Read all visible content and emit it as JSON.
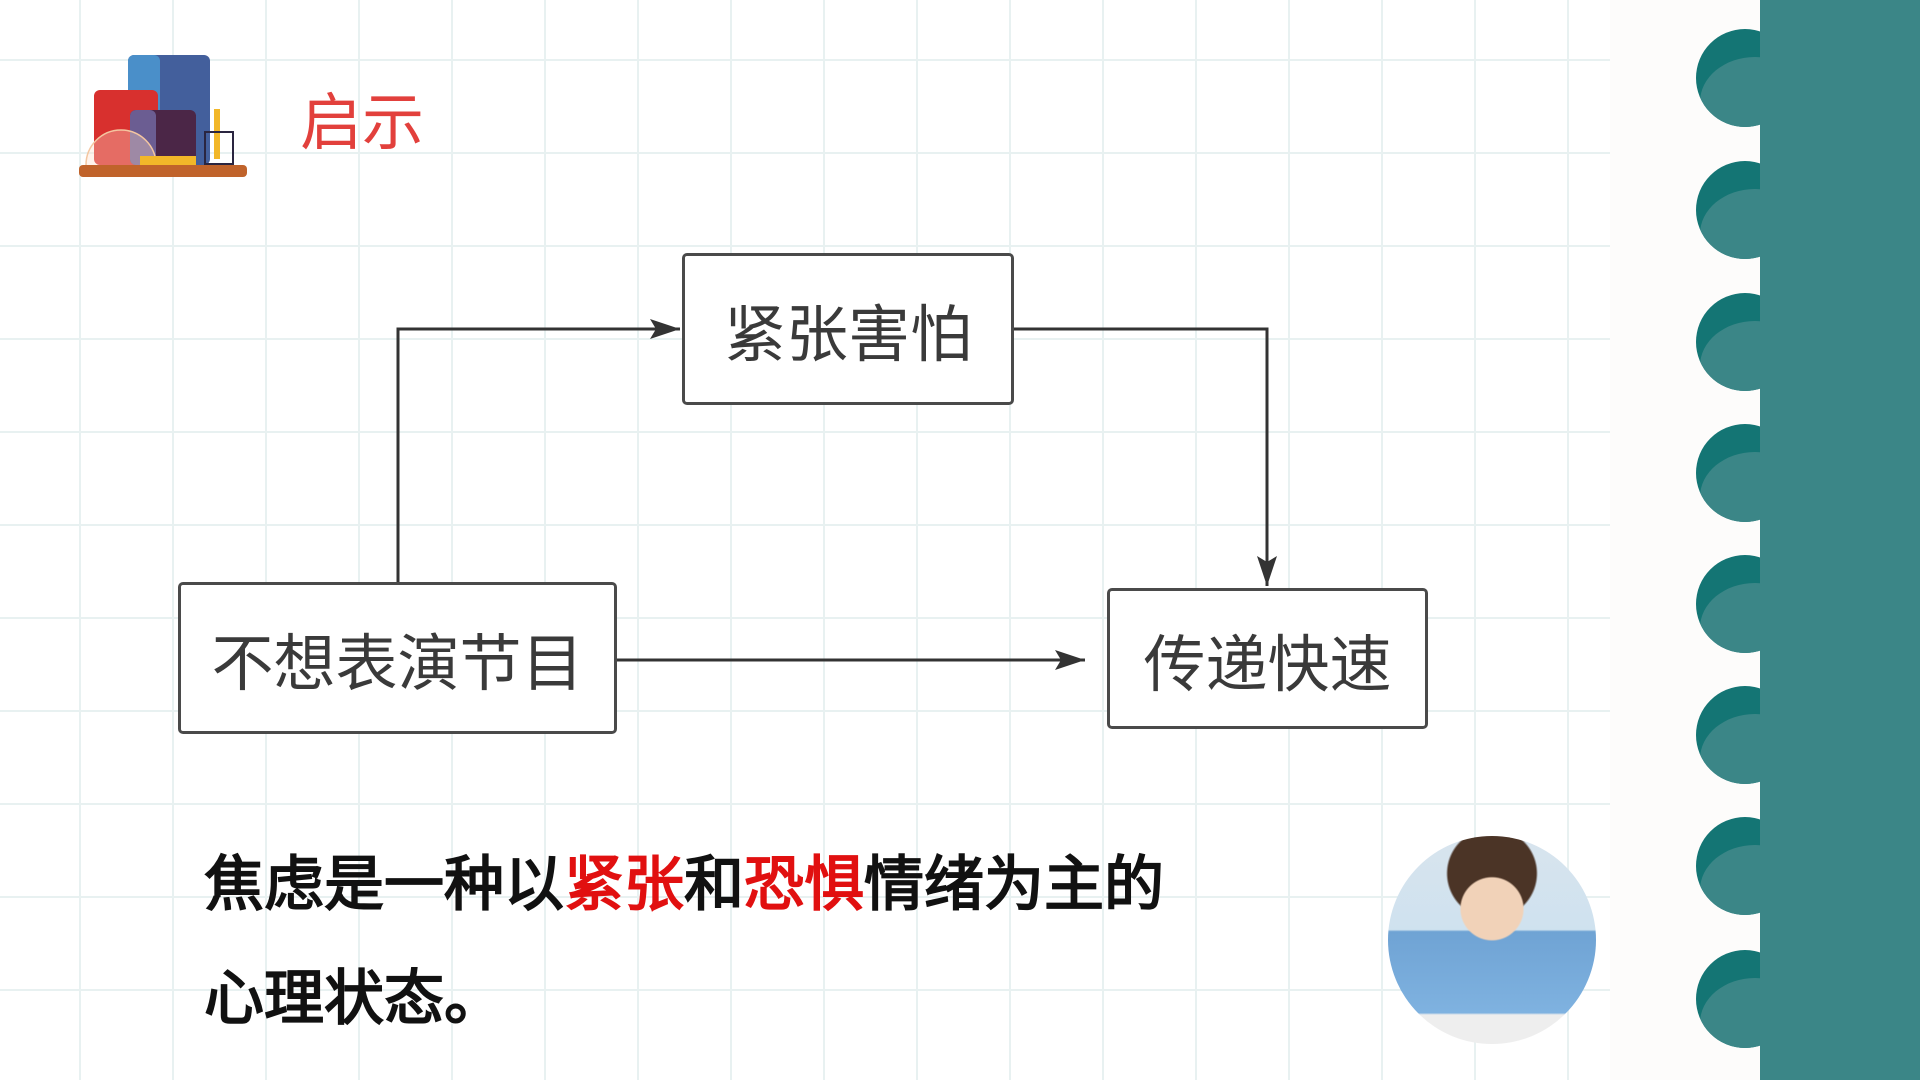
{
  "header": {
    "title": "启示",
    "icon": "books-shelf-icon"
  },
  "flowchart": {
    "nodes": {
      "top": "紧张害怕",
      "left": "不想表演节目",
      "right": "传递快速"
    }
  },
  "statement": {
    "line1_a": "焦虑是一种以",
    "line1_b": "紧张",
    "line1_c": "和",
    "line1_d": "恐惧",
    "line1_e": "情绪为主的",
    "line2": "心理状态。"
  },
  "colors": {
    "accent": "#e11010",
    "title": "#e2403c",
    "teal": "#3b8687"
  }
}
